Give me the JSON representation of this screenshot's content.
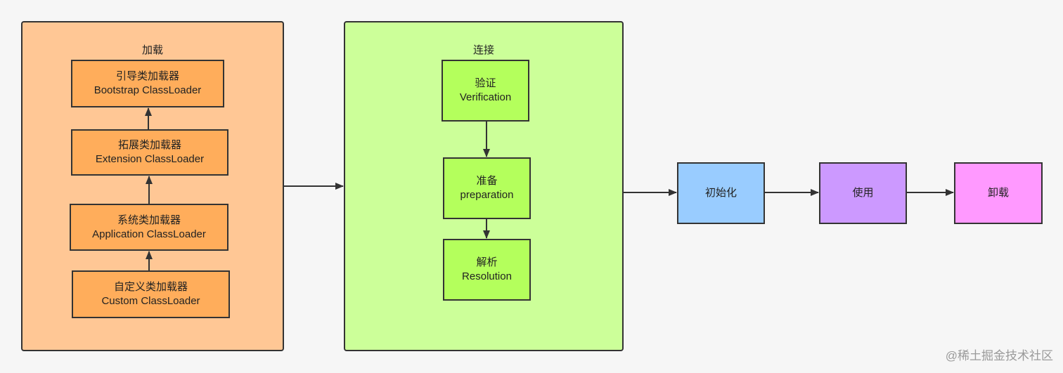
{
  "loading": {
    "title": "加载",
    "loaders": [
      {
        "zh": "引导类加载器",
        "en": "Bootstrap ClassLoader"
      },
      {
        "zh": "拓展类加载器",
        "en": "Extension ClassLoader"
      },
      {
        "zh": "系统类加载器",
        "en": "Application ClassLoader"
      },
      {
        "zh": "自定义类加载器",
        "en": "Custom ClassLoader"
      }
    ]
  },
  "linking": {
    "title": "连接",
    "steps": [
      {
        "zh": "验证",
        "en": "Verification"
      },
      {
        "zh": "准备",
        "en": "preparation"
      },
      {
        "zh": "解析",
        "en": "Resolution"
      }
    ]
  },
  "stages": [
    {
      "label": "初始化",
      "color": "#99ccff"
    },
    {
      "label": "使用",
      "color": "#cc99ff"
    },
    {
      "label": "卸载",
      "color": "#ff99ff"
    }
  ],
  "colors": {
    "loading_group": "#ffc795",
    "loader_box": "#ffad5b",
    "linking_group": "#ccff99",
    "link_box": "#b4ff5c"
  },
  "watermark": "@稀土掘金技术社区"
}
